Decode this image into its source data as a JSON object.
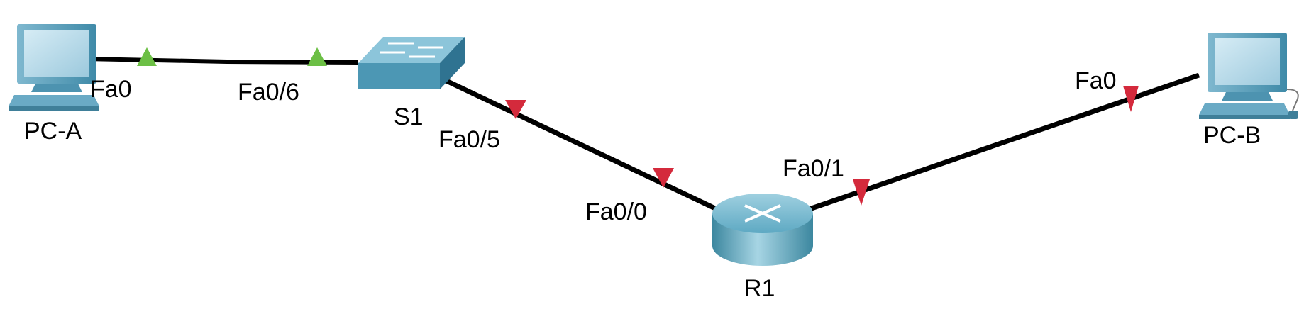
{
  "devices": {
    "pc_a": {
      "label": "PC-A",
      "type": "pc"
    },
    "s1": {
      "label": "S1",
      "type": "switch"
    },
    "r1": {
      "label": "R1",
      "type": "router"
    },
    "pc_b": {
      "label": "PC-B",
      "type": "pc"
    }
  },
  "links": [
    {
      "from": "pc_a",
      "to": "s1",
      "from_port": "Fa0",
      "to_port": "Fa0/6",
      "status": "up"
    },
    {
      "from": "s1",
      "to": "r1",
      "from_port": "Fa0/5",
      "to_port": "Fa0/0",
      "status": "down"
    },
    {
      "from": "r1",
      "to": "pc_b",
      "from_port": "Fa0/1",
      "to_port": "Fa0",
      "status": "down"
    }
  ],
  "colors": {
    "link": "#000000",
    "up": "#6cbf45",
    "down": "#d42a3c",
    "device": "#5aa6c1"
  },
  "icons": {
    "pc": "pc-icon",
    "switch": "switch-icon",
    "router": "router-icon"
  }
}
